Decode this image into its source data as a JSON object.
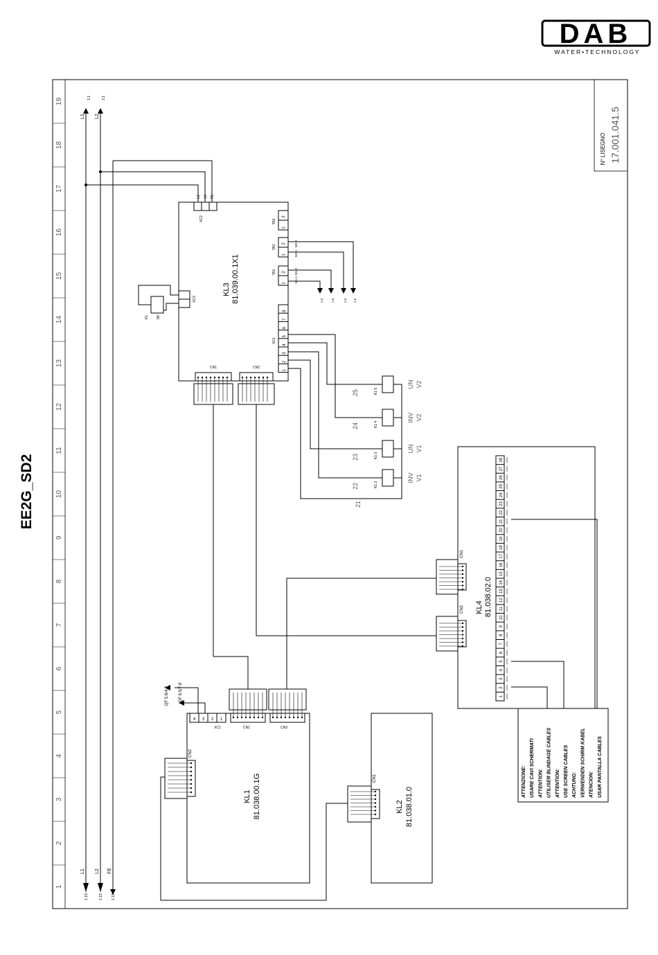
{
  "brand": {
    "name": "DAB",
    "tagline": "WATER•TECHNOLOGY"
  },
  "title": "EE2G_SD2",
  "revision": {
    "code": "17.001.041.5",
    "label": "N° LISEGNO"
  },
  "columns": [
    "1",
    "2",
    "3",
    "4",
    "5",
    "6",
    "7",
    "8",
    "9",
    "10",
    "11",
    "12",
    "13",
    "14",
    "15",
    "16",
    "17",
    "18",
    "19"
  ],
  "rails": {
    "top": [
      "L1",
      "L2"
    ],
    "bottom": [
      "L1",
      "L2",
      "FE"
    ],
    "top_refs": [
      "3.1",
      "3.1"
    ],
    "bottom_refs": [
      "1.19",
      "1.19",
      "1.19"
    ]
  },
  "kl3": {
    "name": "KL3",
    "code": "81.039.00.1X1",
    "xc2": "XC2",
    "xc3": "XC3",
    "xc1": "XC1",
    "cn1": "CN1",
    "cn2": "CN2",
    "xc2_pins": [
      "L1",
      "L2",
      "PE"
    ],
    "ta": [
      "TA1",
      "TA2",
      "TA3"
    ],
    "ta_wires": [
      "M1-1",
      "M1-2",
      "M2-1",
      "M2-2"
    ],
    "ta_ends": [
      "1.6",
      "1.6",
      "1.6",
      "1.6"
    ],
    "xc1_pins": [
      "1",
      "2",
      "3",
      "4",
      "5",
      "6",
      "7",
      "8"
    ]
  },
  "xc3_device": {
    "tag": "K1",
    "label": "SK"
  },
  "relays": [
    {
      "tag": "K1 5",
      "wire": "25",
      "label1": "UN",
      "label2": "V2"
    },
    {
      "tag": "K1 4",
      "wire": "24",
      "label1": "INV",
      "label2": "V2"
    },
    {
      "tag": "K1 3",
      "wire": "23",
      "label1": "UN",
      "label2": "V1"
    },
    {
      "tag": "K1 2",
      "wire": "22",
      "label1": "INV",
      "label2": "V1"
    }
  ],
  "wire21": "21",
  "kl4": {
    "name": "KL4",
    "code": "81.038.02.0",
    "cn1": "CN1",
    "cn2": "CN2",
    "terminals": [
      "1",
      "2",
      "3",
      "4",
      "5",
      "6",
      "7",
      "8",
      "9",
      "10",
      "11",
      "12",
      "13",
      "14",
      "15",
      "16",
      "17",
      "18",
      "19",
      "20",
      "21",
      "22",
      "23",
      "24",
      "25",
      "26",
      "27",
      "28"
    ]
  },
  "kl1": {
    "name": "KL1",
    "code": "81.038.00.1G",
    "cn1": "CN1",
    "cn2": "CN2",
    "cn3": "CN3",
    "xc1": "XC1",
    "xc1_pins": [
      "4",
      "3",
      "2",
      "1"
    ],
    "qf1": "QF 5.6/4.2",
    "qf2": "QF 6.5/7.8"
  },
  "kl2": {
    "name": "KL2",
    "code": "81.038.01.0",
    "cn1": "CN1"
  },
  "warning": [
    "ATTENZIONE:",
    "USARE CAVI SCHERMATI",
    "ATTENTION:",
    "UTILISER BLINDAGE CABLES",
    "ATTENTION:",
    "USE SCREEN CABLES",
    "ACHTUNG:",
    "VERWENDEN SCHIRM KABEL",
    "ATENCION:",
    "USAR PANTALLA CABLES"
  ]
}
